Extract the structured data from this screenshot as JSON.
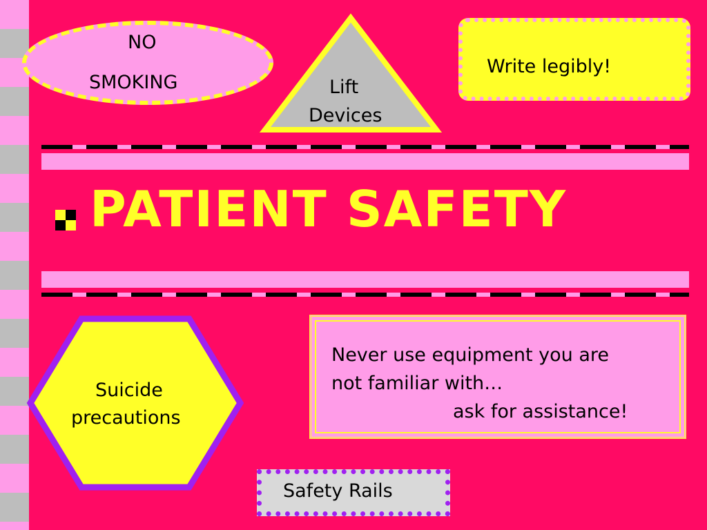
{
  "no_smoking": {
    "line1": "NO",
    "line2": "SMOKING"
  },
  "lift": {
    "line1": "Lift",
    "line2": "Devices"
  },
  "write": {
    "text": "Write legibly!"
  },
  "title": {
    "text": "PATIENT SAFETY"
  },
  "suicide": {
    "line1": "Suicide",
    "line2": "precautions"
  },
  "equipment": {
    "line1": "Never use equipment you are",
    "line2": "not familiar with…",
    "line3": "ask for assistance!"
  },
  "rails": {
    "text": "Safety Rails"
  },
  "colors": {
    "background": "#ff0a64",
    "yellow": "#ffff28",
    "pink": "#ff9ce8",
    "purple": "#a020f0",
    "gray": "#bdbdbd"
  }
}
